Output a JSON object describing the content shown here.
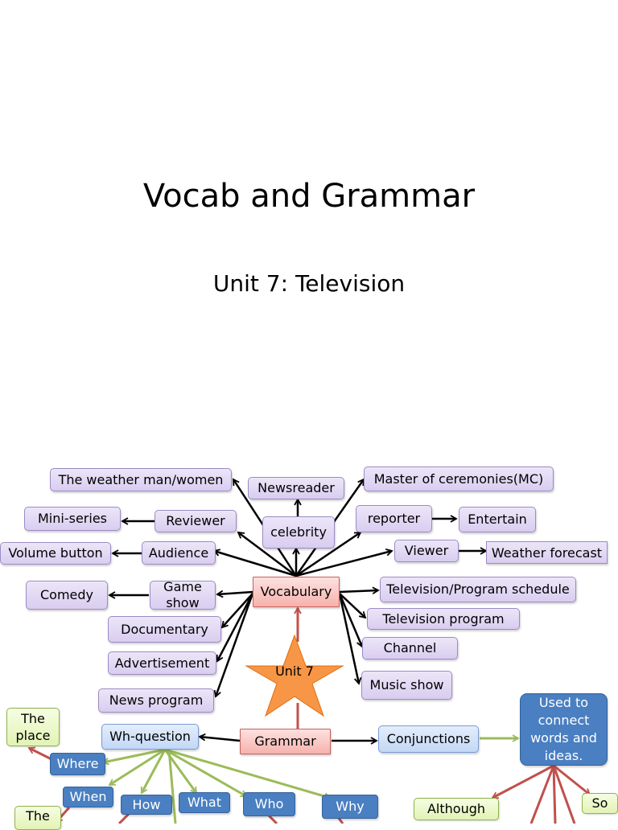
{
  "title": "Vocab and Grammar",
  "subtitle": "Unit 7: Television",
  "colors": {
    "vocab_node": "#d9cdf0",
    "root_node": "#f6b2ad",
    "grammar_branch": "#c3d7f5",
    "question_word": "#4a7fc1",
    "answer_node": "#e2f3b4",
    "star": "#f79646",
    "black_arrow": "#000000",
    "red_arrow": "#c0504d",
    "green_arrow": "#9bbb59"
  },
  "diagram": {
    "star": {
      "label": "Unit 7"
    },
    "vocabulary": {
      "label": "Vocabulary",
      "items": {
        "weather_man": "The weather man/women",
        "newsreader": "Newsreader",
        "mc": "Master of ceremonies(MC)",
        "mini_series": "Mini-series",
        "reviewer": "Reviewer",
        "celebrity": "celebrity",
        "reporter": "reporter",
        "entertain": "Entertain",
        "volume_button": "Volume button",
        "audience": "Audience",
        "viewer": "Viewer",
        "weather_forecast": "Weather forecast",
        "comedy": "Comedy",
        "game_show": "Game show",
        "schedule": "Television/Program schedule",
        "documentary": "Documentary",
        "tv_program": "Television program",
        "advertisement": "Advertisement",
        "channel": "Channel",
        "news_program": "News program",
        "music_show": "Music show"
      }
    },
    "grammar": {
      "label": "Grammar",
      "wh_question": {
        "label": "Wh-question",
        "words": {
          "where": "Where",
          "when": "When",
          "how": "How",
          "what": "What",
          "who": "Who",
          "why": "Why"
        },
        "answers": {
          "the_place": "The place",
          "the_time": "The"
        }
      },
      "conjunctions": {
        "label": "Conjunctions",
        "description": "Used to connect words and ideas.",
        "examples": {
          "although": "Although",
          "so": "So"
        }
      }
    }
  }
}
